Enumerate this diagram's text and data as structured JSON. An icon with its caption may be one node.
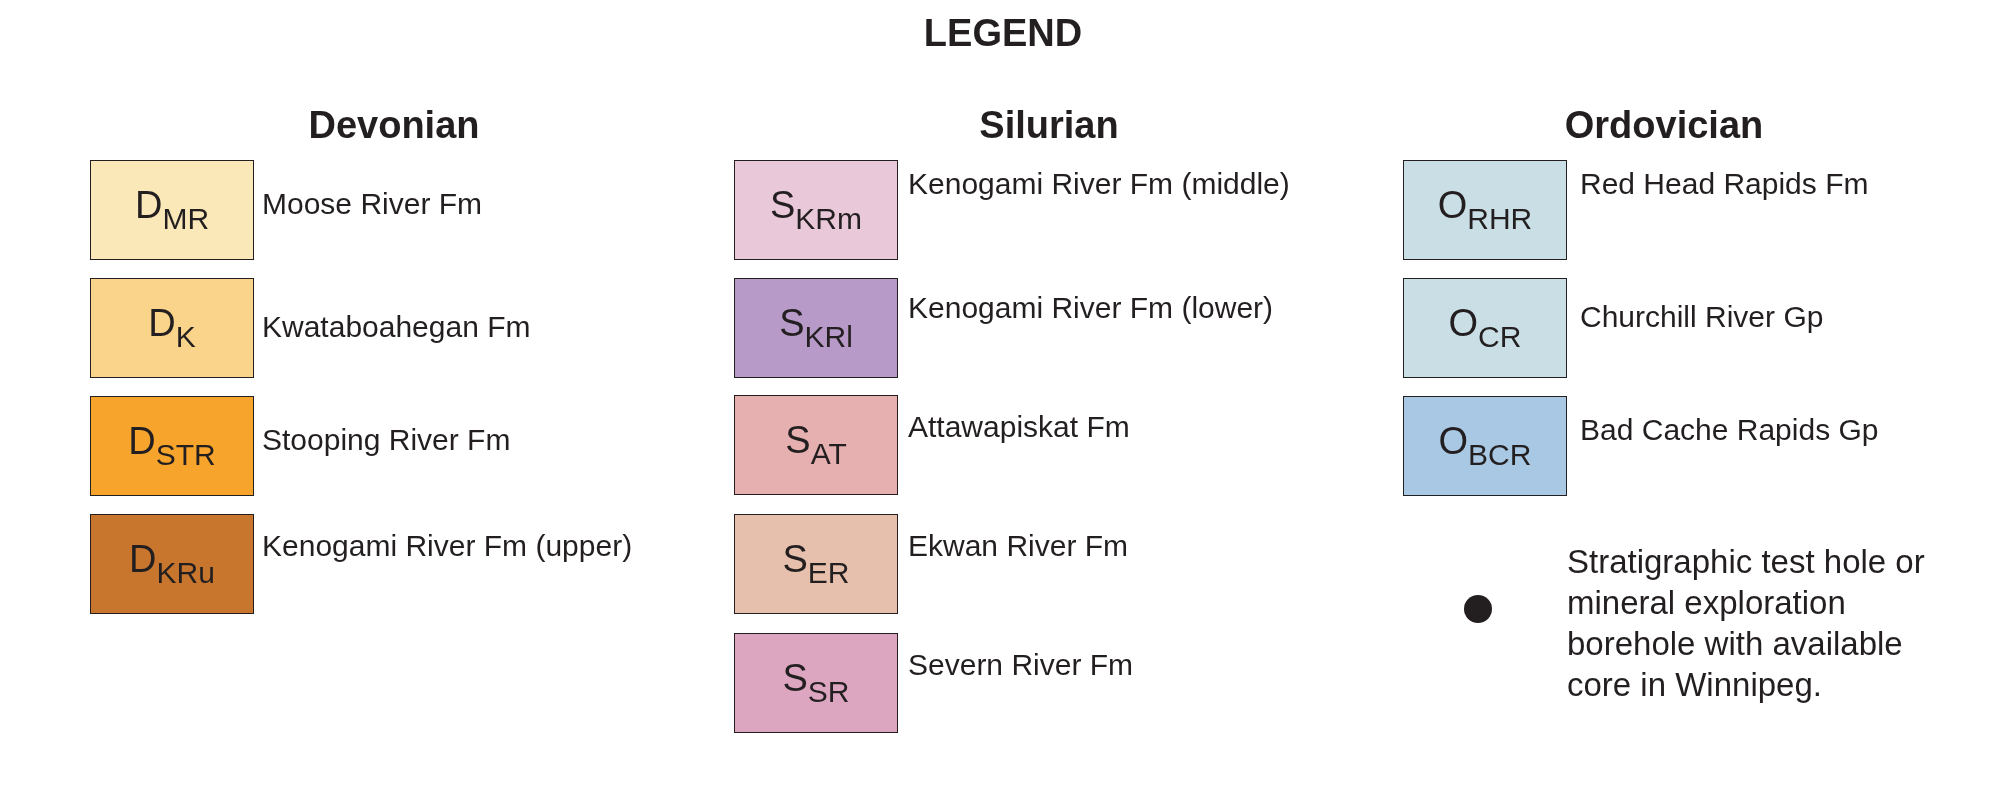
{
  "diagram": {
    "title": "LEGEND",
    "labels": [
      "Devonian",
      "Silurian",
      "Ordovician",
      "D$_{MR}$",
      "D$_{K}$",
      "D$_{STR}$",
      "D$_{KRu}$",
      "S$_{KRm}$",
      "S$_{KRl}$",
      "S$_{AT}$",
      "S$_{ER}$",
      "S$_{SR}$",
      "O$_{RHR}$",
      "O$_{CR}$",
      "O$_{BCR}$"
    ],
    "legend": [
      {
        "text": "Moose River Fm",
        "color": "#fbe8b8"
      },
      {
        "text": "Kwataboahegan Fm",
        "color": "#fad48a"
      },
      {
        "text": "Stooping River Fm",
        "color": "#f6a42c"
      },
      {
        "text": "Kenogami River Fm (upper)",
        "color": "#c8762e"
      },
      {
        "text": "Kenogami River Fm (middle)",
        "color": "#e9c9d9"
      },
      {
        "text": "Kenogami River Fm (lower)",
        "color": "#b89ac8"
      },
      {
        "text": "Attawapiskat Fm",
        "color": "#e6b0b0"
      },
      {
        "text": "Ekwan River Fm",
        "color": "#e6c0ac"
      },
      {
        "text": "Severn River Fm",
        "color": "#dca6c0"
      },
      {
        "text": "Red Head Rapids Fm",
        "color": "#c9dfe5"
      },
      {
        "text": "Churchill River Gp",
        "color": "#c9dfe5"
      },
      {
        "text": "Bad Cache Rapids Gp",
        "color": "#a9c8e4"
      },
      {
        "text": "Stratigraphic test hole or mineral exploration borehole with available core in Winnipeg."
      }
    ]
  }
}
